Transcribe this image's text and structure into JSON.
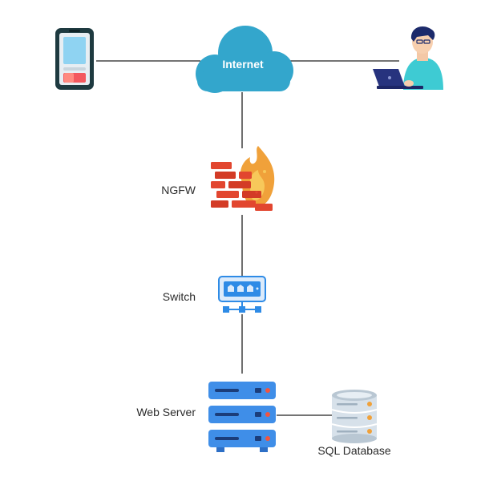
{
  "nodes": {
    "internet": {
      "label": "Internet",
      "icon": "cloud-icon",
      "color": "#33A6CC"
    },
    "ngfw": {
      "label": "NGFW",
      "icon": "firewall-icon",
      "color": "#E2462F"
    },
    "switch": {
      "label": "Switch",
      "icon": "network-switch-icon",
      "color": "#2E8BE6"
    },
    "web_server": {
      "label": "Web Server",
      "icon": "server-rack-icon",
      "color": "#3F8EE8"
    },
    "sql_database": {
      "label": "SQL Database",
      "icon": "database-icon",
      "color": "#B9C7D3"
    },
    "mobile": {
      "icon": "smartphone-icon"
    },
    "user": {
      "icon": "person-laptop-icon"
    }
  },
  "connections": [
    {
      "from": "mobile",
      "to": "internet"
    },
    {
      "from": "internet",
      "to": "user"
    },
    {
      "from": "internet",
      "to": "ngfw"
    },
    {
      "from": "ngfw",
      "to": "switch"
    },
    {
      "from": "switch",
      "to": "web_server"
    },
    {
      "from": "web_server",
      "to": "sql_database"
    }
  ],
  "colors": {
    "line": "#222222",
    "accent_orange": "#F0A13A"
  }
}
